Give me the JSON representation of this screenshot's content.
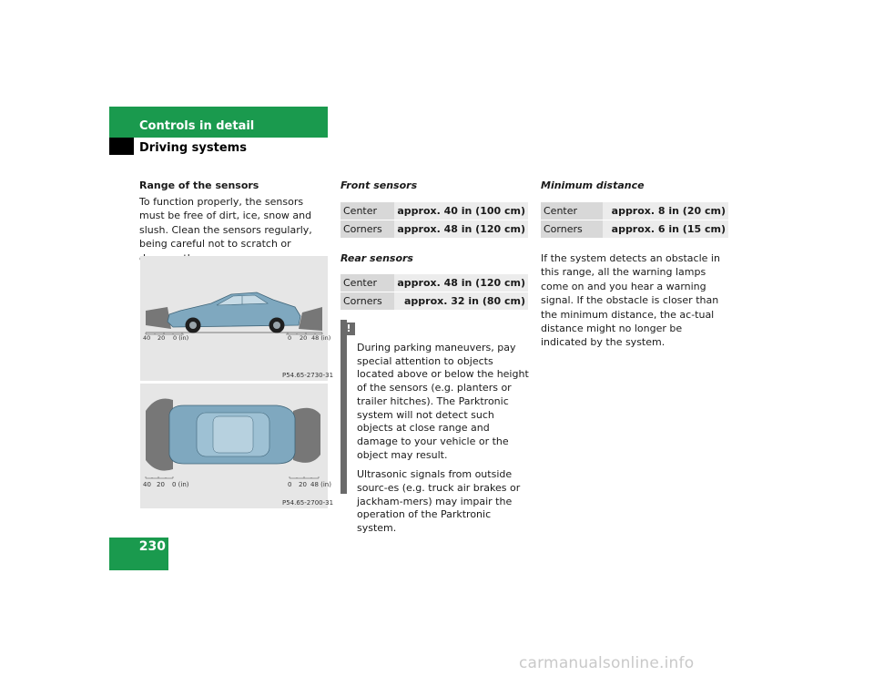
{
  "header": {
    "title": "Controls in detail",
    "subtitle": "Driving systems"
  },
  "page_number": "230",
  "col1": {
    "heading": "Range of the sensors",
    "paragraph": "To function properly, the sensors must be free of dirt, ice, snow and slush. Clean the sensors regularly, being careful not to scratch or damage the sensors."
  },
  "figure_side": {
    "scale_left": [
      "40",
      "20",
      "0 (in)"
    ],
    "scale_right": [
      "0",
      "20",
      "48 (in)"
    ],
    "code": "P54.65-2730-31"
  },
  "figure_top": {
    "scale_left": [
      "40",
      "20",
      "0 (in)"
    ],
    "scale_right": [
      "0",
      "20",
      "48 (in)"
    ],
    "code": "P54.65-2700-31"
  },
  "front_sensors": {
    "heading": "Front sensors",
    "rows": [
      {
        "label": "Center",
        "value": "approx. 40 in (100 cm)"
      },
      {
        "label": "Corners",
        "value": "approx. 48 in (120 cm)"
      }
    ]
  },
  "rear_sensors": {
    "heading": "Rear sensors",
    "rows": [
      {
        "label": "Center",
        "value": "approx. 48 in (120 cm)"
      },
      {
        "label": "Corners",
        "value": "approx. 32 in (80 cm)"
      }
    ]
  },
  "warning": {
    "symbol": "!",
    "p1": "During parking maneuvers, pay special attention to objects located above or below the height of the sensors (e.g. planters or trailer hitches). The Parktronic system will not detect such objects at close range and damage to your vehicle or the object may result.",
    "p2": "Ultrasonic signals from outside sourc-es (e.g. truck air brakes or jackham-mers) may impair the operation of the Parktronic system."
  },
  "minimum_distance": {
    "heading": "Minimum distance",
    "rows": [
      {
        "label": "Center",
        "value": "approx. 8 in (20 cm)"
      },
      {
        "label": "Corners",
        "value": "approx. 6 in (15 cm)"
      }
    ],
    "paragraph": "If the system detects an obstacle in this range, all the warning lamps come on and you hear a warning signal. If the obstacle is closer than the minimum distance, the ac-tual distance might no longer be indicated by the system."
  },
  "watermark": "carmanualsonline.info",
  "colors": {
    "header_green": "#1a9a4e",
    "warning_gray": "#6a6a6a",
    "car_blue": "#7fa8bf"
  }
}
